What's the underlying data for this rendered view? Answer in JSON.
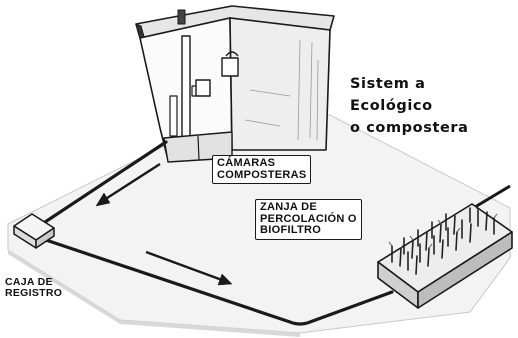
{
  "title": {
    "line1": "Sistem a Ecológico",
    "line2": "o compostera"
  },
  "labels": {
    "camaras": [
      "CÁMARAS",
      "COMPOSTERAS"
    ],
    "zanja": [
      "ZANJA DE",
      "PERCOLACIÓN O",
      "BIOFILTRO"
    ],
    "caja": [
      "CAJA DE",
      "REGISTRO"
    ]
  }
}
